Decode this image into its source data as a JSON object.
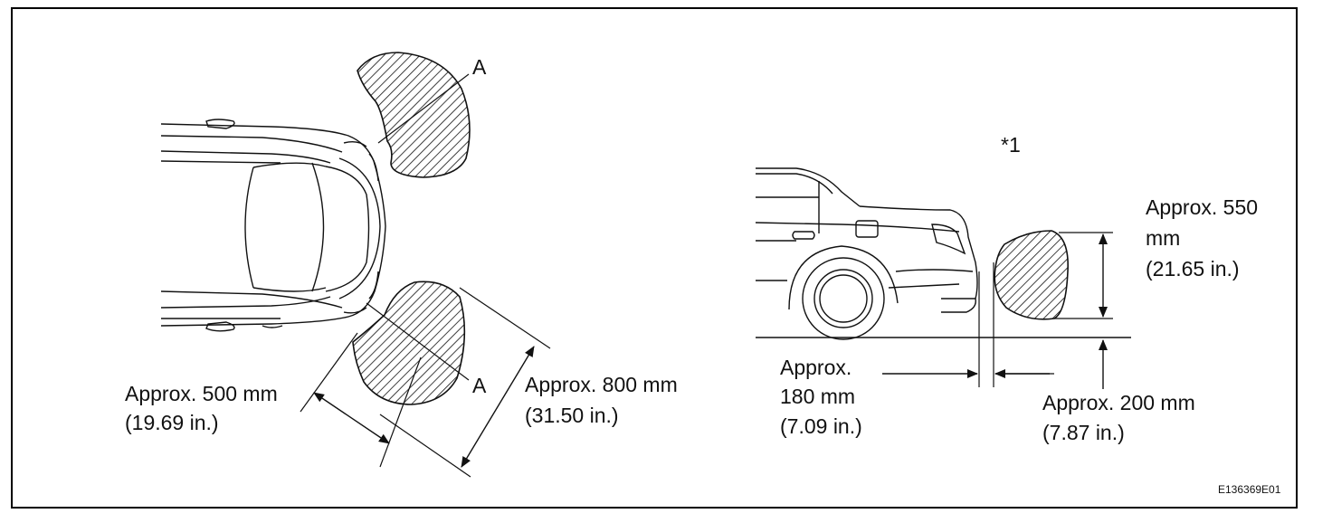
{
  "figure_code": "E136369E01",
  "note_marker": "*1",
  "top_view": {
    "zone_label_upper": "A",
    "zone_label_lower": "A",
    "width_line1": "Approx. 500 mm",
    "width_line2": "(19.69 in.)",
    "length_line1": "Approx. 800 mm",
    "length_line2": "(31.50 in.)"
  },
  "side_view": {
    "height_line1": "Approx. 550",
    "height_line2": "mm",
    "height_line3": "(21.65 in.)",
    "gap_line1": "Approx.",
    "gap_line2": "180 mm",
    "gap_line3": "(7.09 in.)",
    "ground_line1": "Approx. 200 mm",
    "ground_line2": "(7.87 in.)"
  }
}
